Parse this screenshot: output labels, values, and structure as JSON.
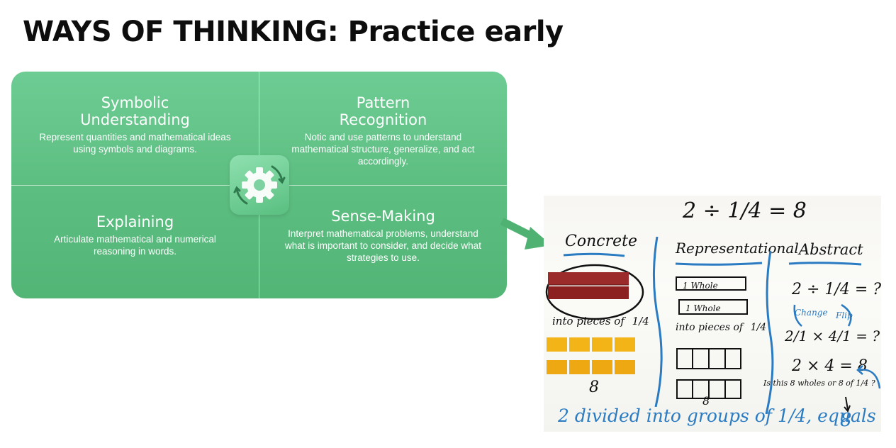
{
  "title": "WAYS OF THINKING: Practice early",
  "quadrants": [
    {
      "heading": "Symbolic\nUnderstanding",
      "text": "Represent quantities and mathematical ideas using symbols and diagrams."
    },
    {
      "heading": "Pattern\nRecognition",
      "text": "Notic and use patterns to understand mathematical structure, generalize, and act accordingly."
    },
    {
      "heading": "Explaining",
      "text": "Articulate mathematical and numerical reasoning in words."
    },
    {
      "heading": "Sense-Making",
      "text": "Interpret mathematical problems, understand what is important to consider, and decide what strategies to use."
    }
  ],
  "colors": {
    "panel": "#5cbd80",
    "arrow": "#4fb273",
    "marker_blue": "#2a7bc2"
  },
  "icons": {
    "center": "gear-cycle-icon"
  },
  "whiteboard": {
    "equation_top": "2 ÷ 1/4 = 8",
    "headings": [
      "Concrete",
      "Representational",
      "Abstract"
    ],
    "concrete": {
      "caption": "into pieces of",
      "fraction": "1/4",
      "result": "8"
    },
    "representational": {
      "bars": [
        "1 Whole",
        "1 Whole"
      ],
      "caption": "into pieces of",
      "fraction": "1/4",
      "result": "8"
    },
    "abstract": {
      "line1": "2 ÷ 1/4 = ?",
      "change": "Change",
      "flip": "Flip",
      "line2": "2/1 × 4/1 = ?",
      "line3": "2 × 4 = 8",
      "question": "Is this 8 wholes or 8 of 1/4 ?",
      "result": "8"
    },
    "bottom": "2 divided into groups of 1/4, equals"
  }
}
